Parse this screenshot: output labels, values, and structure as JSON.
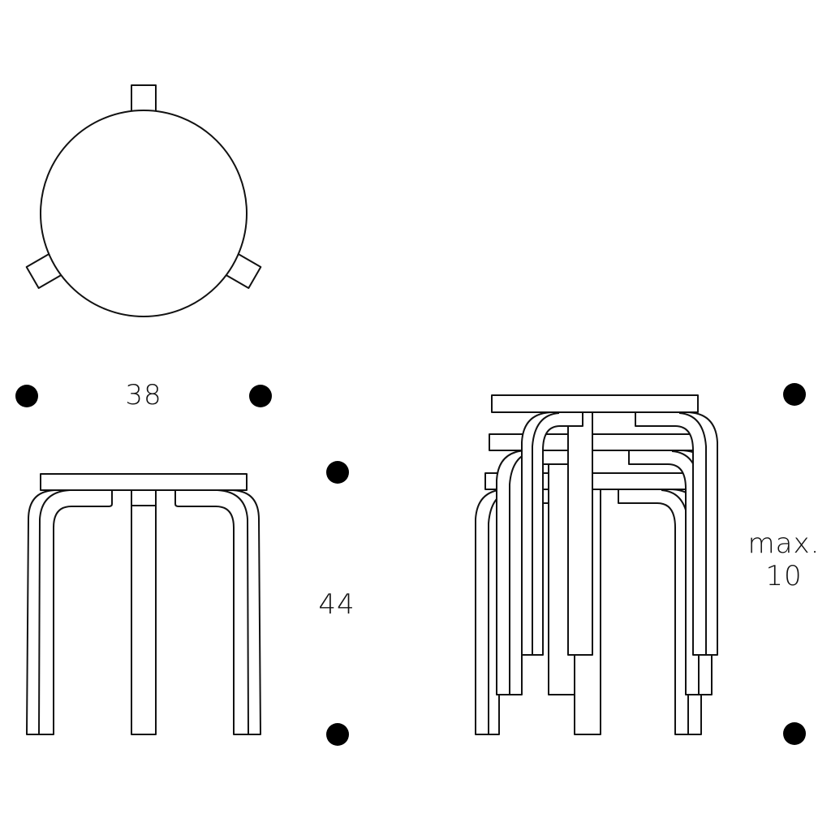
{
  "diagram": {
    "subject": "stool dimension drawing",
    "views": [
      {
        "name": "top-view",
        "description": "circular seat with three leg tabs"
      },
      {
        "name": "front-view",
        "description": "single stool with three bent legs"
      },
      {
        "name": "stacked-view",
        "description": "three stools stacked"
      }
    ],
    "labels": {
      "width": "38",
      "height": "44",
      "stack_line1": "max.",
      "stack_line2": "10"
    },
    "colors": {
      "line": "#111111",
      "background": "#ffffff",
      "marker": "#000000"
    }
  }
}
